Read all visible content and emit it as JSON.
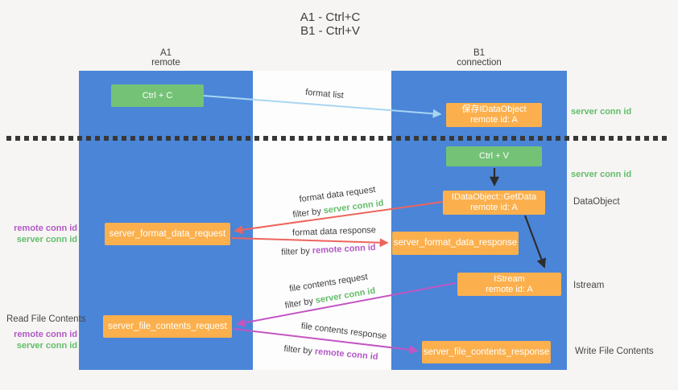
{
  "title": {
    "line1": "A1 - Ctrl+C",
    "line2": "B1 - Ctrl+V"
  },
  "lanes": {
    "left": {
      "name": "A1",
      "subtitle": "remote"
    },
    "right": {
      "name": "B1",
      "subtitle": "connection"
    }
  },
  "boxes": {
    "ctrl_c": {
      "label": "Ctrl + C"
    },
    "save_idataobject": {
      "line1": "保存IDataObject",
      "line2": "remote id: A"
    },
    "ctrl_v": {
      "label": "Ctrl + V"
    },
    "getdata": {
      "line1": "IDataObject::GetData",
      "line2": "remote id: A"
    },
    "istream": {
      "line1": "IStream",
      "line2": "remote id: A"
    },
    "server_format_data_request": {
      "label": "server_format_data_request"
    },
    "server_format_data_response": {
      "label": "server_format_data_response"
    },
    "server_file_contents_request": {
      "label": "server_file_contents_request"
    },
    "server_file_contents_response": {
      "label": "server_file_contents_response"
    }
  },
  "arrows": {
    "format_list": {
      "label": "format list"
    },
    "format_data_request": {
      "label": "format data request",
      "filter_prefix": "filter by",
      "filter_id": "server conn id"
    },
    "format_data_response": {
      "label": "format data response",
      "filter_prefix": "filter by",
      "filter_id": "remote conn id"
    },
    "file_contents_request": {
      "label": "file contents request",
      "filter_prefix": "filter by",
      "filter_id": "server conn id"
    },
    "file_contents_response": {
      "label": "file contents response",
      "filter_prefix": "filter by",
      "filter_id": "remote conn id"
    }
  },
  "side_labels": {
    "server_conn_id_top": "server conn id",
    "server_conn_id_mid": "server conn id",
    "dataobject": "DataObject",
    "istream": "Istream",
    "write_file_contents": "Write File Contents",
    "read_file_contents": "Read File Contents",
    "remote_conn_id_mid": "remote conn id",
    "server_conn_id_left_mid": "server conn id",
    "remote_conn_id_bottom": "remote conn id",
    "server_conn_id_left_bottom": "server conn id"
  },
  "colors": {
    "lane_blue": "#4a85d8",
    "box_green": "#74c276",
    "box_orange": "#fbb04d",
    "arrow_red": "#ed655c",
    "arrow_magenta": "#c356c3",
    "arrow_lightblue": "#a9d5f2",
    "arrow_black": "#2d2d2d",
    "text_green": "#63bd6a",
    "text_purple": "#b259c5"
  }
}
